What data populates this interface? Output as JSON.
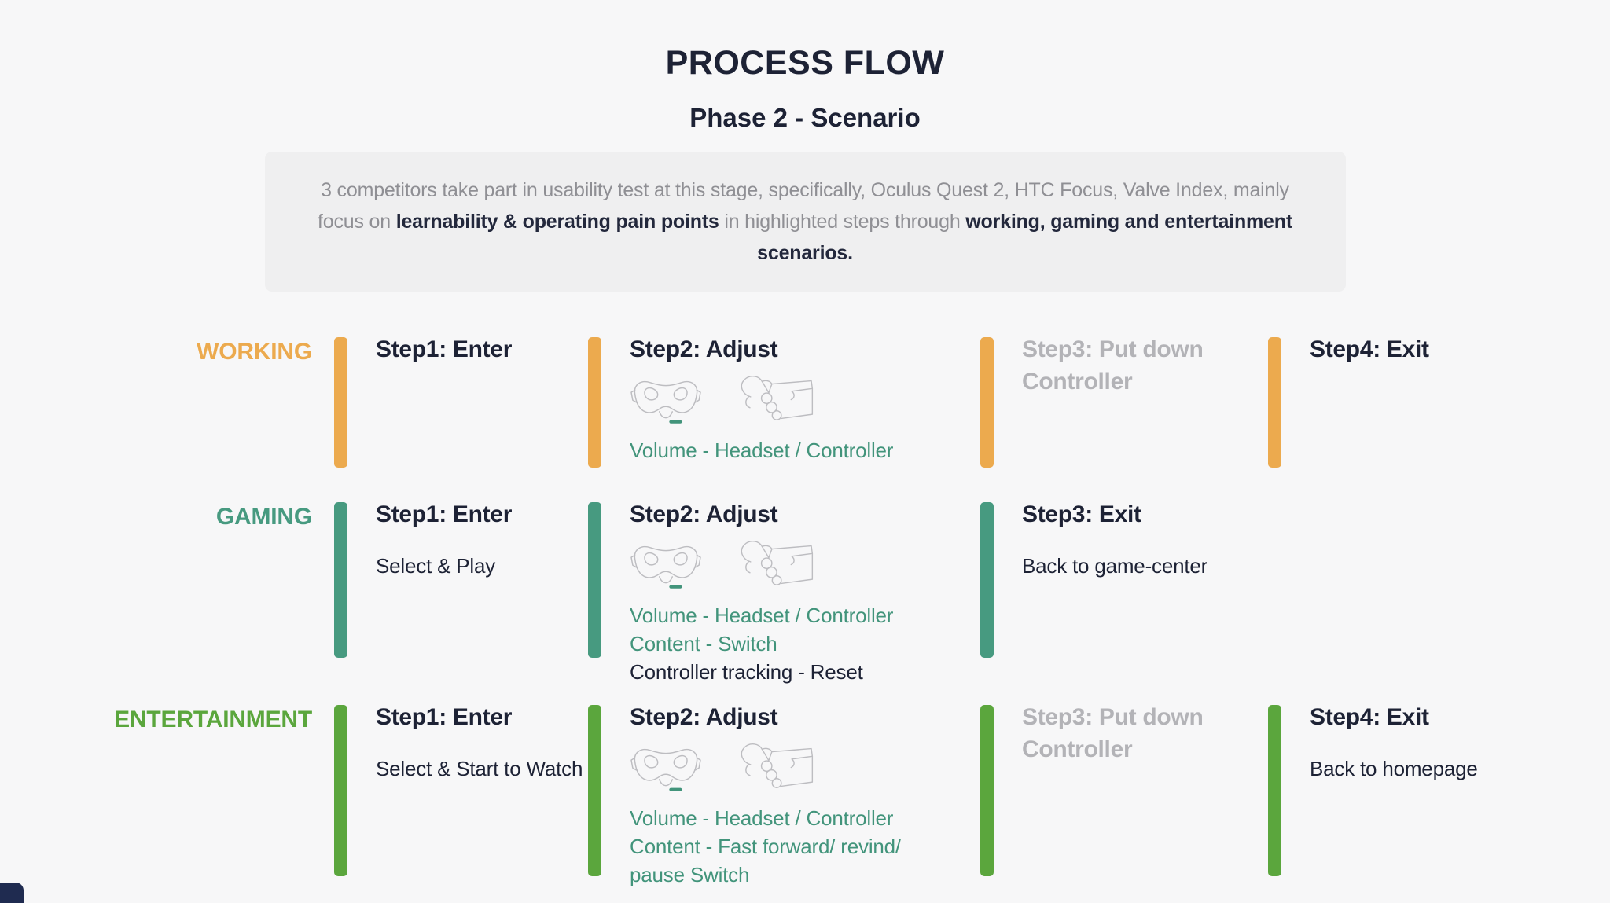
{
  "header": {
    "title": "PROCESS FLOW",
    "subtitle": "Phase 2 - Scenario",
    "description": {
      "p1": "3 competitors take part in usability test at this stage, specifically, Oculus Quest 2, HTC Focus, Valve Index, mainly focus on ",
      "p2": "learnability & operating pain points",
      "p3": " in highlighted steps through ",
      "p4": "working, gaming and entertainment scenarios."
    }
  },
  "colors": {
    "background": "#F7F7F8",
    "dark_text": "#1D2235",
    "muted_text": "#8F8F94",
    "disabled_text": "#B3B3B7",
    "highlight_text": "#42947B",
    "working": "#ECAA4E",
    "gaming": "#479A80",
    "entertainment": "#5BA63D",
    "icon_stroke": "#BDBDC1",
    "description_bg": "#EFEFF0",
    "corner_accent": "#1F2B50"
  },
  "rows": [
    {
      "id": "working",
      "label": "WORKING",
      "color": "#ECAA4E",
      "steps": [
        {
          "title": "Step1: Enter"
        },
        {
          "title": "Step2: Adjust",
          "icons": [
            "vr-headset-icon",
            "hand-controller-icon"
          ],
          "highlights": [
            "Volume - Headset / Controller"
          ]
        },
        {
          "title": "Step3: Put down Controller",
          "disabled": true
        },
        {
          "title": "Step4: Exit"
        }
      ]
    },
    {
      "id": "gaming",
      "label": "GAMING",
      "color": "#479A80",
      "steps": [
        {
          "title": "Step1: Enter",
          "sub": "Select & Play"
        },
        {
          "title": "Step2: Adjust",
          "icons": [
            "vr-headset-icon",
            "hand-controller-icon"
          ],
          "highlights": [
            "Volume - Headset / Controller",
            "Content - Switch"
          ],
          "note": "Controller tracking - Reset"
        },
        {
          "title": "Step3: Exit",
          "sub": "Back to game-center"
        },
        null
      ]
    },
    {
      "id": "entertainment",
      "label": "ENTERTAINMENT",
      "color": "#5BA63D",
      "steps": [
        {
          "title": "Step1: Enter",
          "sub": "Select & Start to Watch"
        },
        {
          "title": "Step2: Adjust",
          "icons": [
            "vr-headset-icon",
            "hand-controller-icon"
          ],
          "highlights": [
            "Volume - Headset / Controller",
            "Content - Fast forward/ revind/ pause Switch"
          ]
        },
        {
          "title": "Step3: Put down Controller",
          "disabled": true
        },
        {
          "title": "Step4: Exit",
          "sub": "Back to homepage"
        }
      ]
    }
  ]
}
